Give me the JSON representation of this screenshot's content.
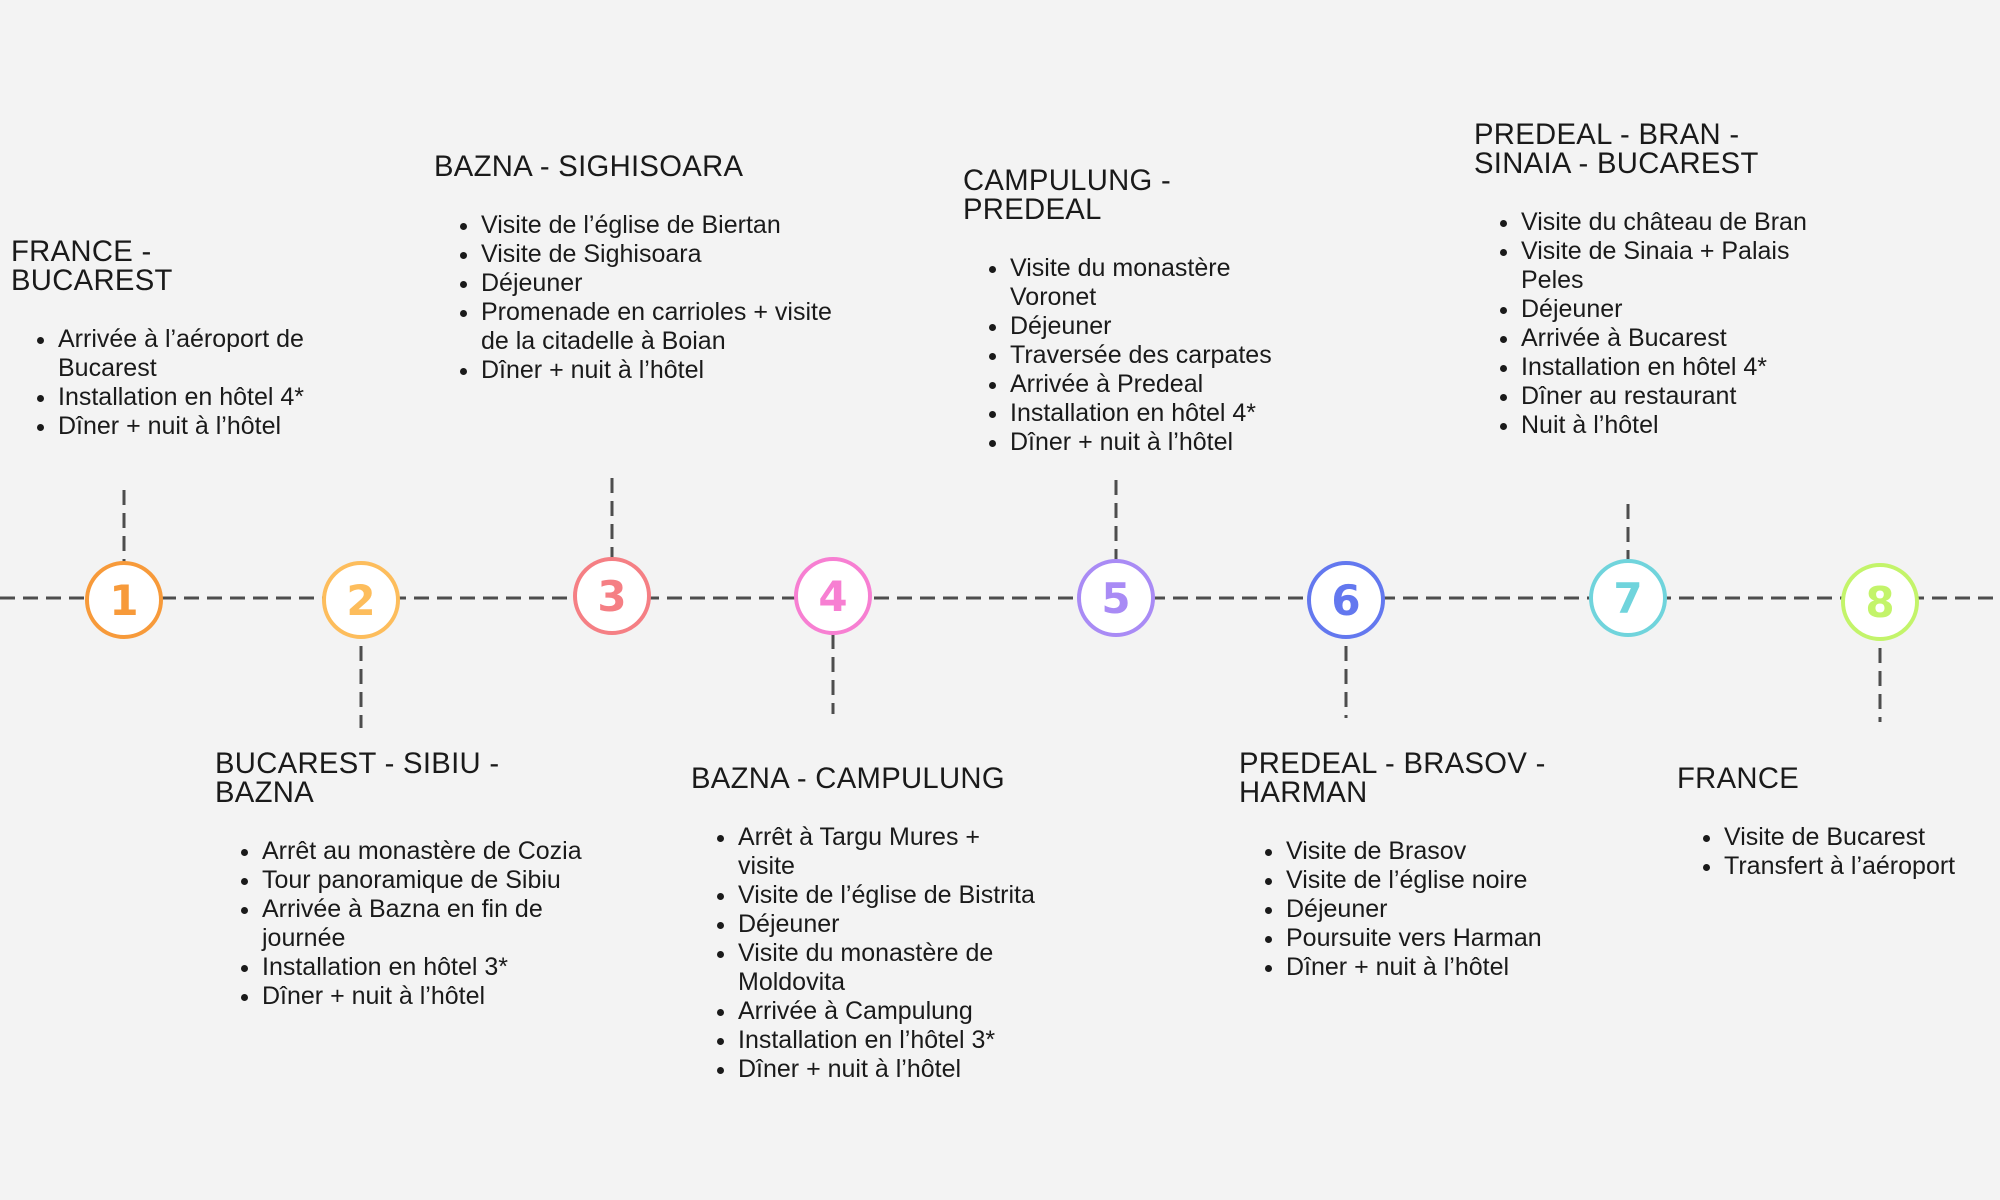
{
  "steps": [
    {
      "number": "1",
      "color": "#f79a3a",
      "title": "FRANCE - BUCAREST",
      "items": [
        "Arrivée à l’aéroport de Bucarest",
        "Installation en hôtel 4*",
        "Dîner + nuit à l’hôtel"
      ]
    },
    {
      "number": "2",
      "color": "#fdbd5c",
      "title": "BUCAREST - SIBIU - BAZNA",
      "items": [
        "Arrêt au monastère de Cozia",
        "Tour panoramique de Sibiu",
        "Arrivée à Bazna en fin de journée",
        "Installation en hôtel 3*",
        "Dîner + nuit à l’hôtel"
      ]
    },
    {
      "number": "3",
      "color": "#f57f84",
      "title": "BAZNA - SIGHISOARA",
      "items": [
        "Visite de l’église de Biertan",
        "Visite de Sighisoara",
        "Déjeuner",
        "Promenade en carrioles + visite de la citadelle à Boian",
        "Dîner + nuit à l’hôtel"
      ]
    },
    {
      "number": "4",
      "color": "#f77fd2",
      "title": "BAZNA - CAMPULUNG",
      "items": [
        "Arrêt à Targu Mures + visite",
        "Visite de l’église de Bistrita",
        "Déjeuner",
        "Visite du monastère de Moldovita",
        "Arrivée à Campulung",
        "Installation en l’hôtel  3*",
        "Dîner + nuit à l’hôtel"
      ]
    },
    {
      "number": "5",
      "color": "#a98bf5",
      "title": "CAMPULUNG - PREDEAL",
      "items": [
        "Visite du monastère Voronet",
        "Déjeuner",
        "Traversée des carpates",
        "Arrivée à Predeal",
        "Installation en hôtel 4*",
        "Dîner + nuit à l’hôtel"
      ]
    },
    {
      "number": "6",
      "color": "#6378ef",
      "title": "PREDEAL - BRASOV - HARMAN",
      "items": [
        "Visite de Brasov",
        "Visite de l’église noire",
        "Déjeuner",
        "Poursuite vers Harman",
        "Dîner + nuit à l’hôtel"
      ]
    },
    {
      "number": "7",
      "color": "#70d4dc",
      "title": "PREDEAL - BRAN - SINAIA - BUCAREST",
      "items": [
        "Visite du château de Bran",
        "Visite de Sinaia + Palais Peles",
        "Déjeuner",
        "Arrivée à Bucarest",
        "Installation en hôtel 4*",
        "Dîner au restaurant",
        "Nuit à l’hôtel"
      ]
    },
    {
      "number": "8",
      "color": "#c3f46a",
      "title": "FRANCE",
      "items": [
        "Visite de Bucarest",
        "Transfert à l’aéroport"
      ]
    }
  ]
}
